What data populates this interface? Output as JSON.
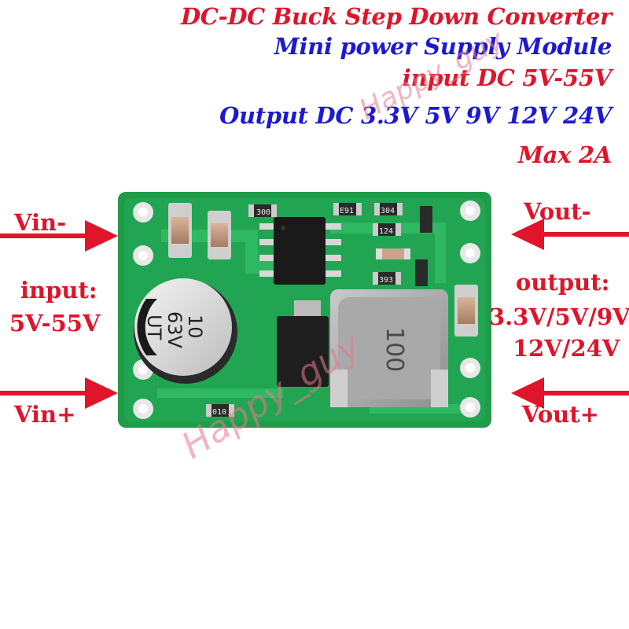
{
  "header": {
    "line1": "DC-DC Buck Step Down Converter",
    "line2": "Mini power Supply Module",
    "line3": "input DC 5V-55V",
    "line4": "Output DC 3.3V 5V 9V 12V 24V",
    "line5": "Max 2A"
  },
  "labels": {
    "vin_minus": "Vin-",
    "vin_plus": "Vin+",
    "vout_minus": "Vout-",
    "vout_plus": "Vout+",
    "input_title": "input:",
    "input_range": "5V-55V",
    "output_title": "output:",
    "output_line1": "3.3V/5V/9V",
    "output_line2": "12V/24V"
  },
  "board": {
    "cap_text_1": "10",
    "cap_text_2": "63V",
    "cap_text_3": "UT",
    "inductor_text": "100",
    "smd_codes": [
      "300",
      "E91",
      "304",
      "124",
      "393",
      "010"
    ]
  },
  "watermark": "Happy_guy",
  "colors": {
    "red_text": "#e0142a",
    "blue_text": "#1c1ad0",
    "pcb_green": "#1f9b4a"
  }
}
